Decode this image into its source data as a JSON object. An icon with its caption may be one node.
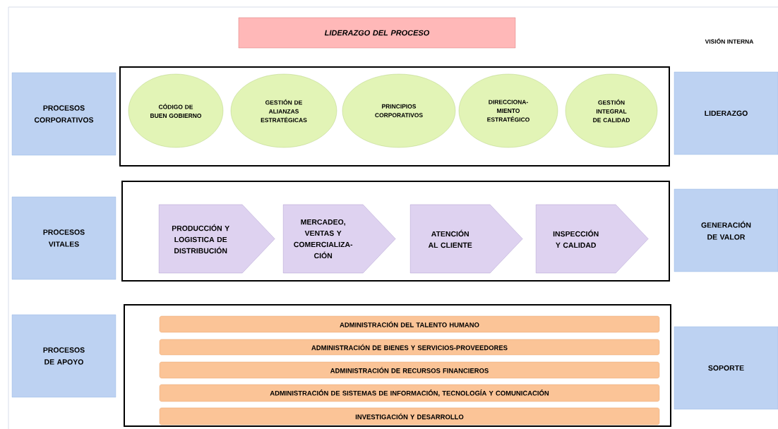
{
  "diagram": {
    "nodes": [
      {
        "text": [
          "LIDERAZGO DEL PROCESO"
        ]
      },
      {
        "text": [
          "PROCESOS CORPORATIVOS"
        ]
      },
      {
        "text": [],
        "shape": "box"
      },
      {
        "text": [
          "CÓDIGO DE BUEN GOBIERNO"
        ],
        "in": 2
      },
      {
        "text": [
          "GESTIÓN DE ALIANZAS ESTRATÉGICAS"
        ],
        "in": 2
      },
      {
        "text": [
          "PRINCIPIOS CORPORATIVOS"
        ],
        "in": 2
      },
      {
        "text": [
          "DIRECCIONA-MIENTO ESTRATÉGICO"
        ],
        "in": 2
      },
      {
        "text": [
          "GESTIÓN INTEGRAL DE CALIDAD"
        ],
        "in": 2
      },
      {
        "text": [
          "LIDERAZGO"
        ]
      },
      {
        "text": [
          "PROCESOS VITALES"
        ]
      },
      {
        "text": [],
        "shape": "box"
      },
      {
        "text": [
          "PRODUCCIÓN Y LOGISTICA DE DISTRIBUCIÓN"
        ],
        "in": 10
      },
      {
        "text": [
          "MERCADEO, VENTAS Y COMERCIALIZA-CIÓN"
        ],
        "in": 10
      },
      {
        "text": [
          "ATENCIÓN AL CLIENTE"
        ],
        "in": 10
      },
      {
        "text": [
          "INSPECCIÓN Y CALIDAD"
        ],
        "in": 10
      },
      {
        "text": [
          "GENERACIÓN DE VALOR"
        ]
      },
      {
        "text": [
          "PROCESOS DE APOYO"
        ]
      },
      {
        "text": [],
        "shape": "box"
      },
      {
        "text": [
          "ADMINISTRACIÓN DEL TALENTO HUMANO"
        ],
        "in": 17
      },
      {
        "text": [
          "ADMINISTRACIÓN DE BIENES Y SERVICIOS-PROVEEDORES"
        ],
        "in": 17
      },
      {
        "text": [
          "ADMINISTRACIÓN DE RECURSOS FINANCIEROS"
        ],
        "in": 17
      },
      {
        "text": [
          "ADMINISTRACIÓN DE SISTEMAS DE INFORMACIÓN, TECNOLOGÍA Y COMUNICACIÓN"
        ],
        "in": 17
      },
      {
        "text": [
          "INVESTIGACIÓN Y DESARROLLO"
        ],
        "in": 17
      },
      {
        "text": [
          "SOPORTE"
        ]
      }
    ],
    "labels": [
      "VISIÓN INTERNA"
    ]
  }
}
